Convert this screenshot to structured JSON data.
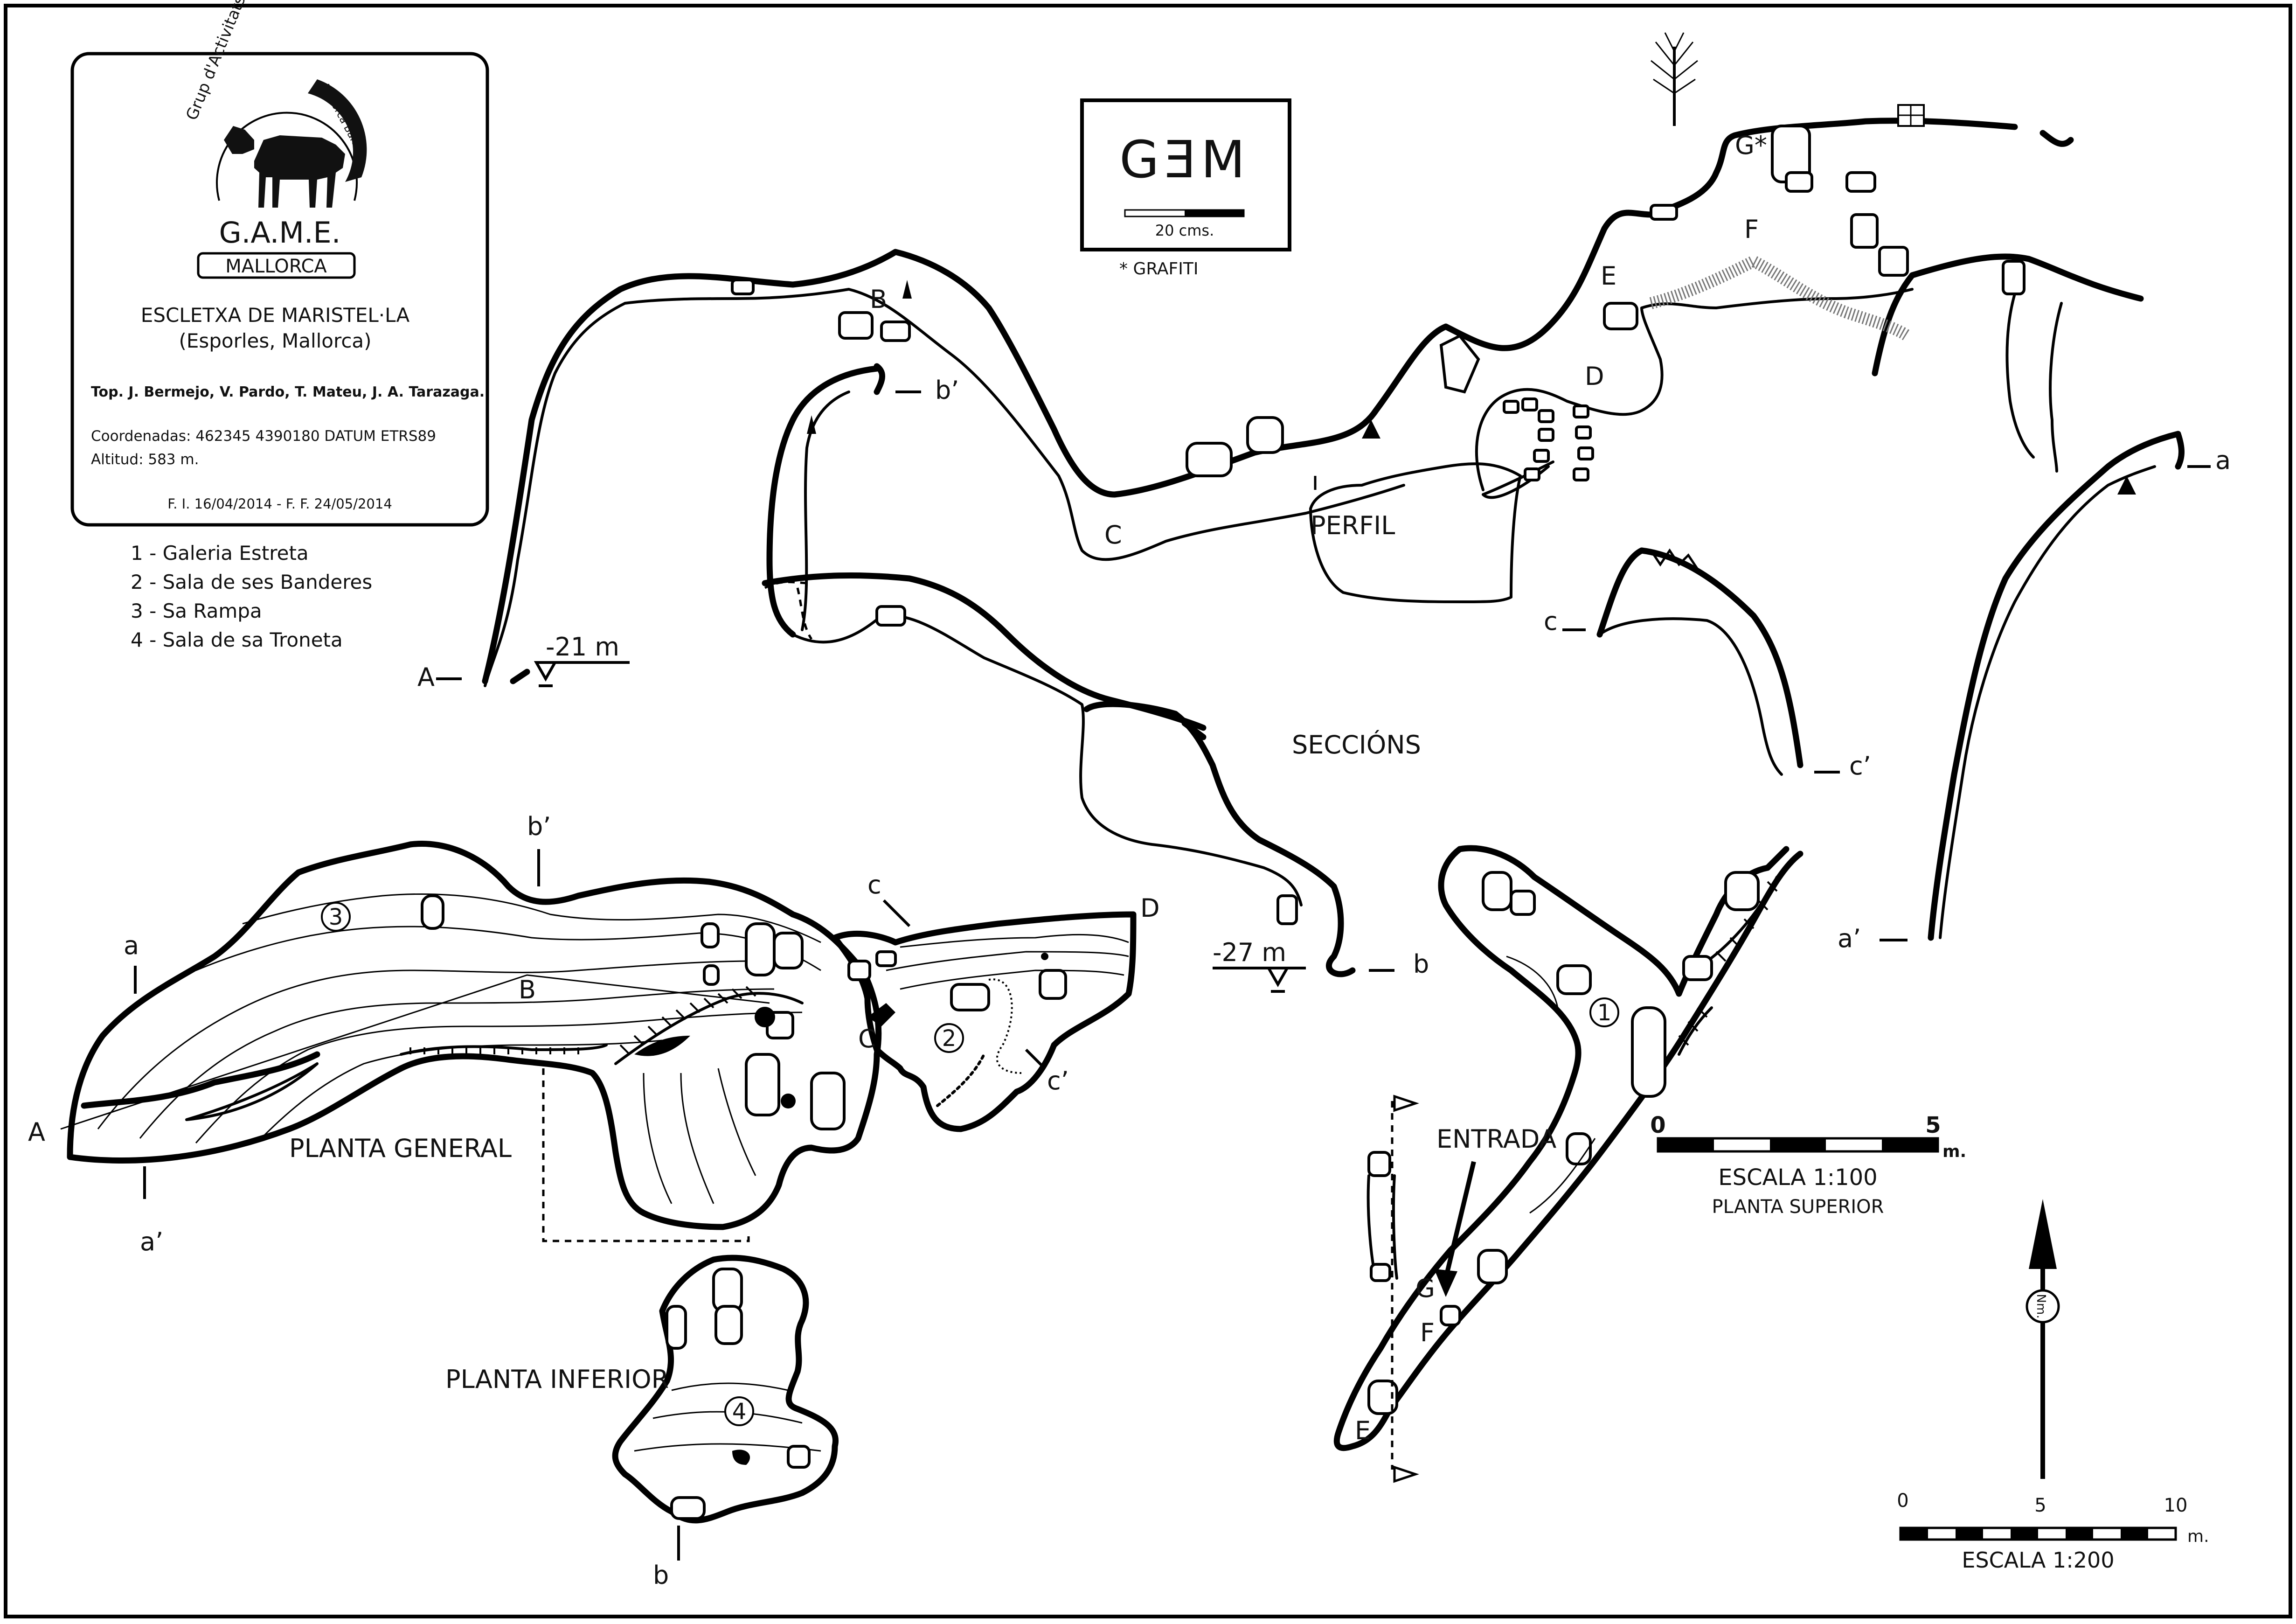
{
  "title_box": {
    "logo_text": "G.A.M.E.",
    "logo_sub": "MALLORCA",
    "logo_ring_text": "Grup d'Activitats de Muntanya i Espeleo",
    "logo_ring_text2": "Mallorca Balears",
    "cave_name": "ESCLETXA DE MARISTEL·LA",
    "location": "(Esporles, Mallorca)",
    "topographers": "Top.  J. Bermejo, V. Pardo, T. Mateu, J. A. Tarazaga.",
    "coordinates": "Coordenadas: 462345 4390180  DATUM ETRS89",
    "altitude": "Altitud:  583 m.",
    "dates": "F. I. 16/04/2014 - F. F. 24/05/2014"
  },
  "legend": [
    "1 - Galeria Estreta",
    "2 - Sala de ses Banderes",
    "3 - Sa Rampa",
    "4 - Sala de sa Troneta"
  ],
  "graffiti_box": {
    "text": "GƎM",
    "scale_label": "20 cms.",
    "note": "* GRAFITI"
  },
  "views": {
    "profile": "PERFIL",
    "sections": "SECCIÓNS",
    "plan_general": "PLANTA GENERAL",
    "plan_lower": "PLANTA INFERIOR",
    "entrance": "ENTRADA"
  },
  "depths": {
    "depth_a": "-21 m",
    "depth_b": "-27 m"
  },
  "points": {
    "A": "A",
    "B": "B",
    "C": "C",
    "D": "D",
    "E": "E",
    "F": "F",
    "G": "G",
    "G_star": "G*",
    "a": "a",
    "a_prime": "a’",
    "b": "b",
    "b_prime": "b’",
    "c": "c",
    "c_prime": "c’"
  },
  "room_numbers": [
    "1",
    "2",
    "3",
    "4"
  ],
  "scale_upper": {
    "start": "0",
    "end": "5",
    "unit": "m.",
    "ratio": "ESCALA 1:100",
    "caption": "PLANTA SUPERIOR"
  },
  "scale_general": {
    "start": "0",
    "mid": "5",
    "end": "10",
    "unit": "m.",
    "ratio": "ESCALA 1:200"
  },
  "north": {
    "label": "Nm."
  }
}
